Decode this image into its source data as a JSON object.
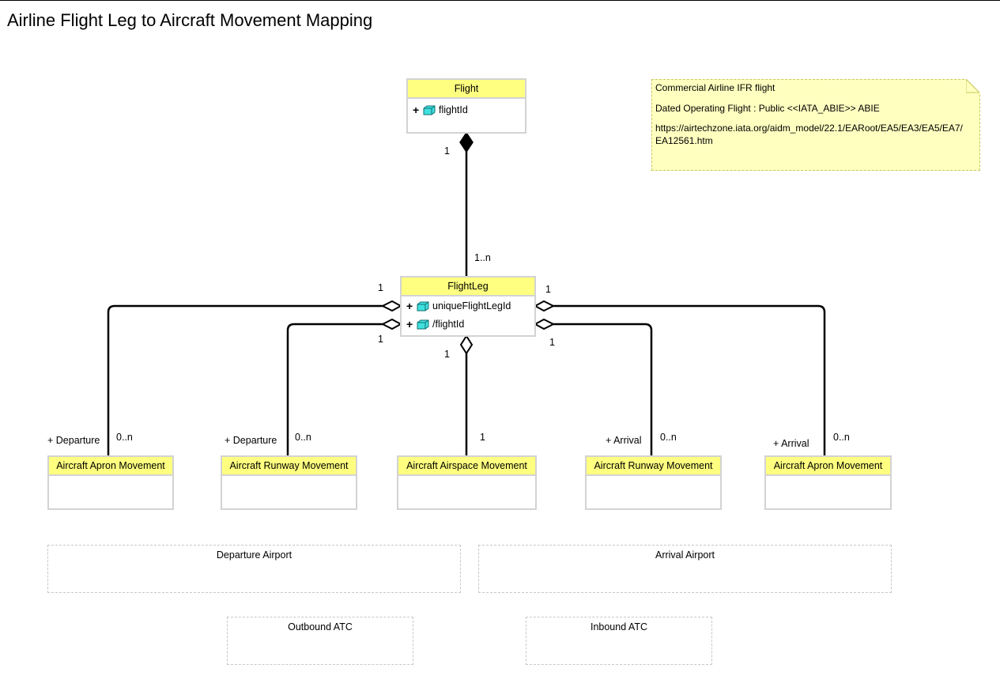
{
  "diagram": {
    "title": "Airline Flight Leg to Aircraft Movement Mapping",
    "flight": {
      "name": "Flight",
      "attributes": [
        {
          "visibility": "+",
          "name": "flightId"
        }
      ]
    },
    "flight_leg": {
      "name": "FlightLeg",
      "attributes": [
        {
          "visibility": "+",
          "name": "uniqueFlightLegId"
        },
        {
          "visibility": "+",
          "name": "/flightId"
        }
      ]
    },
    "movements": [
      {
        "name": "Aircraft Apron Movement",
        "role": "+ Departure",
        "multiplicity": "0..n",
        "leg_multiplicity": "1"
      },
      {
        "name": "Aircraft Runway Movement",
        "role": "+ Departure",
        "multiplicity": "0..n",
        "leg_multiplicity": "1"
      },
      {
        "name": "Aircraft Airspace Movement",
        "role": "",
        "multiplicity": "1",
        "leg_multiplicity": "1"
      },
      {
        "name": "Aircraft Runway Movement",
        "role": "+ Arrival",
        "multiplicity": "0..n",
        "leg_multiplicity": "1"
      },
      {
        "name": "Aircraft Apron Movement",
        "role": "+ Arrival",
        "multiplicity": "0..n",
        "leg_multiplicity": "1"
      }
    ],
    "composition": {
      "flight_multiplicity": "1",
      "leg_multiplicity": "1..n"
    },
    "note": {
      "line1": "Commercial Airline IFR flight",
      "line2": "Dated Operating Flight : Public <<IATA_ABIE>> ABIE",
      "line3": "https://airtechzone.iata.org/aidm_model/22.1/EARoot/EA5/EA3/EA5/EA7/EA12561.htm"
    },
    "boundaries": {
      "departure_airport": "Departure Airport",
      "arrival_airport": "Arrival Airport",
      "outbound_atc": "Outbound ATC",
      "inbound_atc": "Inbound ATC"
    },
    "colors": {
      "class_header": "#ffff80",
      "class_border": "#d3d3d3",
      "note_fill": "#ffffc0",
      "attribute_icon": "#40e0e0"
    }
  }
}
